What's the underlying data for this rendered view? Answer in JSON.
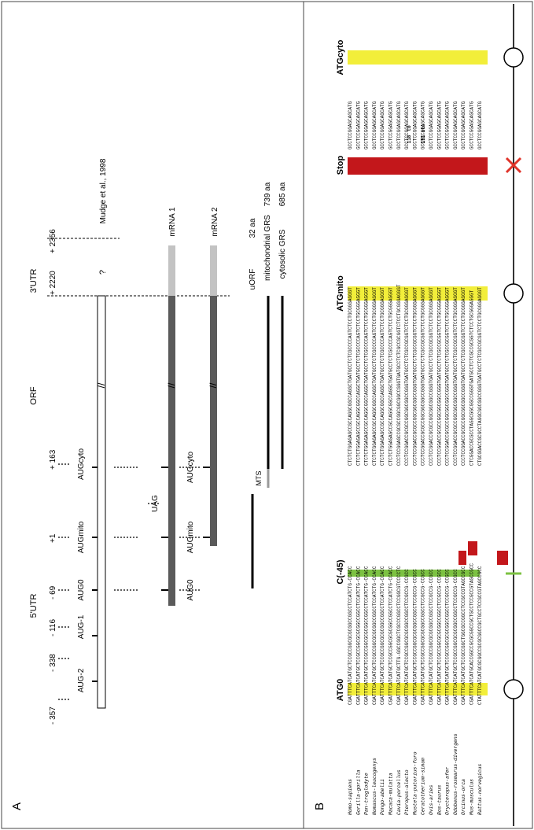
{
  "panelA": {
    "label": "A",
    "regions": {
      "utr5": "5'UTR",
      "orf": "ORF",
      "utr3": "3'UTR"
    },
    "positions": [
      "- 357",
      "- 338",
      "- 116",
      "- 69",
      "+1",
      "+ 163",
      "+ 2220",
      "+ 2356"
    ],
    "codons": {
      "aug_m2": "AUG-2",
      "aug_m1": "AUG-1",
      "aug_0_top": "AUG0",
      "aug_mito_top": "AUGmito",
      "aug_cyto_top": "AUGcyto",
      "uag": "UAG",
      "aug_0_low": "AUG0",
      "aug_mito_low": "AUGmito",
      "aug_cyto_low": "AUGcyto"
    },
    "question": "?",
    "transcripts": {
      "mudge": "Mudge et al., 1998",
      "mrna1": "mRNA 1",
      "mrna2": "mRNA 2"
    },
    "mts": "MTS",
    "products": [
      {
        "name": "uORF",
        "length": "32 aa"
      },
      {
        "name": "mitochondrial GRS",
        "length": "739 aa"
      },
      {
        "name": "cytosolic GRS",
        "length": "685 aa"
      }
    ]
  },
  "panelB": {
    "label": "B",
    "headers": {
      "atg0": "ATG0",
      "c45": "C(-45)",
      "atgmito": "ATGmito",
      "stop": "Stop",
      "atgcyto": "ATGcyto"
    },
    "species": [
      "Homo-sapiens",
      "Gorilla-gorilla",
      "Pan-troglodyte",
      "Nomascus-leucogenys",
      "Pongo-abelii",
      "Macaca-mulatta",
      "Cavia-porcellus",
      "Pteropus-alecto",
      "Mustela-putorius-furo",
      "Ceratotherium-simum",
      "Ovis-aries",
      "Bos-taurus",
      "Orycteropus-afer",
      "Odobenus-rosmarus-divergens",
      "Orcinus-orca",
      "Mus-musculus",
      "Rattus-norvegicus"
    ],
    "seq_left": [
      "CGATTTCATCATGCTCCGCCGGCGCGCGGCCGGCCTCCATCTG-CCACC",
      "CGATTTCATCATGCTCCGCCGGCGCGCGGCCGGCCTCCATCTG-CCACC",
      "CGATTTCATCATGCTCCGCCGGCGCGCGGCCGGCCTCCATCTG-CCACC",
      "CGATTTCATCATGCTCCGCCGGCGCGCGGCCGGCCTCCATCTG-CCACC",
      "CGATTTCATCATGCTCCGCCGGCGCGCGGCCGGCCTCCATCTG-CCACC",
      "CGATTTCATCATGCTCCGCCGGCGCGCGGCCGGCCTCCATCTG-CCACC",
      "CGATTTCATCATGCTTG-GGCCGGCTCGCCCGGCCTCCGGCGTCCCCTC",
      "CGATTTCATCATGCTCCGCCGGCGCGCGGCCGGCCTCCGCCG-CCGCC",
      "CGATTTCATCATGCTCCGCCGGCGCGCGGCCGGCCTCCGCCG-CCGCC",
      "CGATTTCATCATGCTCCGCCGGCGCGCGGCCGGCCTCCGCCG-CCGCC",
      "CGATTTCATCATGCTCCGCCGGCGCGCGGCCGGCCTCCGCCG-CCGCC",
      "CGATTTCATCATGCTCCGCCGGCGCGCGGCCGGCCTCCGCCG-CCGCC",
      "CGATTTCATCATGCTCCGCCGGCGCGCGGCCGGCCTCCGCCG-CCGCC",
      "CGATTTCATCATGCTCCGCCGGCGCGCGGCCGGCCTCCGCCG-CCGCC",
      "CGATTTCATCATGCTCCGCCGGCTGGCGCCGGCCTCCGCCGTAGCCGCC",
      "CGATTTCATCATGCACCGGCCGCGCGGCCGCTGCCTCCGCCGTAGCCGCC",
      "CTATTTCATCATGCGCGGCCGCGCGGCCGCTGCCTCCGCCGTAGCCGCC"
    ],
    "seq_mid": [
      "CTCTCTGGAGAGCCGCCAGGCGGCCAGGCTGATGCCTCTCGCCCCAGTCTCCTGCGGGAGGGT",
      "CTCTCTGGAGAGCCGCCAGGCGGCCAGGCTGATGCCTCTCGCCCCAGTCTCCTGCGGGAGGGT",
      "CTCTCTGGAGAGCCGCCAGGCGGCCAGGCTGATGCCTCTCGCCCCAGTCTCCTGCGGGAGGGT",
      "CTCTCTGGAGAGCCGCCAGGCGGCCAGGCTGATGCCTCTCGCCCCAGTCTCCTGCGGGAGGGT",
      "CTCTCTGGAGAGCCGCCAGGCGGCCAGGCTGATGCCTCTCGCCCCAGTCTCCTGCGGGAGGGT",
      "CTCTCTGGAGAGCCGCCAGGCGGCCAGGCTGATGCCTCTCGCCCCAGTCTCCTGCGGGAGGGT",
      "CCCTCCGGAGCCGCGCCGGCGGCGGCCGGGTGATGCCTCTCGCCGCGGTCTCCTGCGGGAGGGT",
      "CCCTCCGGACCGCGCCGGCGGCGGCCGGGTGATGCCTCTCGCCGCGGTCTCCTGCGGGAGGGT",
      "CCCTCCGGACCGCGCCGGCGGCGGCCGGGTGATGCCTCTCGCCGCGGTCTCCTGCGGGAGGGT",
      "CCCTCCGGACCGCGCCGGCGGCGGCCGGGTGATGCCTCTCGCCGCGGTCTCCTGCGGGAGGGT",
      "CCCTCCGGACCGCGCCGGCGGCGGCCGGGTGATGCCTCTCGCCGCGGTCTCCTGCGGGAGGGT",
      "CCCTCCGGACCGCGCCGGCGGCGGCCGGGTGATGCCTCTCGCCGCGGTCTCCTGCGGGAGGGT",
      "CCCTCCGGACCGCGCCGGCGGCGGCCGGGTGATGCCTCTCGCCGCGGTCTCCTGCGGGAGGGT",
      "CCCTCCGGACCGCGCCGGCGGCGGCCGGGTGATGCCTCTCGCCGCGGTCTCCTGCGGGAGGGT",
      "CCCTCCGGACCGCGCCGGCGGCGGCCGGGTGATGCCTCTCGCCGCGGTCTCCTGCGGGAGGGT",
      "CTCGGACCGCGCCTAGGCGGCGGCCGGGTGATGCCTCTCGCCGCGGTCTCCTGCGGGAGGGT",
      "CTGCGGACCGCGCCTAGGCGGCGGCCGGGTGATGCCTCTCGCCGCGGTCTCCTGCGGGAGGGT"
    ],
    "seq_right": [
      "GCCTCCGGAGCAGCATG",
      "GCCTCCGGAGCAGCATG",
      "GCCTCCGGAGCAGCATG",
      "GCCTCCGGAGCAGCATG",
      "GCCTCCGGAGCAGCATG",
      "GCCTCCGGAGCAGCATG",
      "GCCTCCGGAGCAGCATG",
      "GCCTCCGGAGCAGCATG",
      "GCCTCCGGAGCAGCATG",
      "GCCTCCGGAGCAGCATG",
      "GCCTCCGGAGCAGCATG",
      "GCCTCCGGAGCAGCATG",
      "GCCTCCGGAGCAGCATG",
      "GCCTCCGGAGCAGCATG",
      "GCCTCCGGAGCAGCATG",
      "GCCTCCGGAGCAGCATG",
      "GCCTCCGGAGCAGCATG"
    ],
    "gap_note_lines": [
      "118",
      "to",
      "151",
      "nts"
    ],
    "colors": {
      "highlight": "#f2ee3a",
      "stop": "#c3171b",
      "green": "#7cc242",
      "red_x": "#e0342a"
    }
  }
}
